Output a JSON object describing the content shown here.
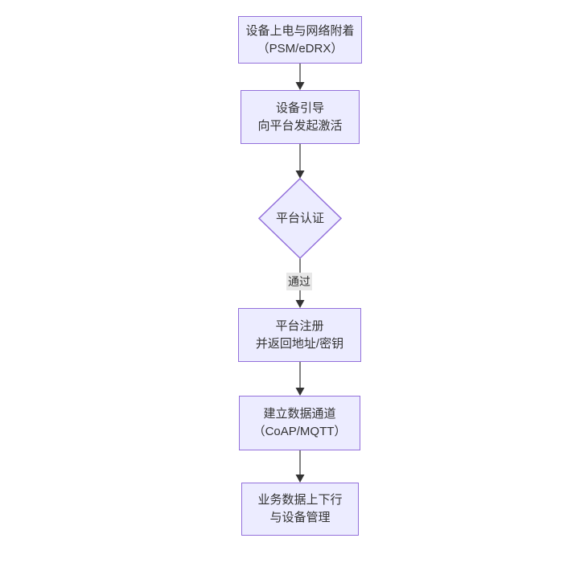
{
  "flowchart": {
    "colors": {
      "node_fill": "#ECECFF",
      "node_border": "#9370DB",
      "text": "#333333",
      "edge": "#333333",
      "edge_label_bg": "#e8e8e8"
    },
    "nodes": {
      "power": {
        "line1": "设备上电与网络附着",
        "line2": "（PSM/eDRX）"
      },
      "bootstrap": {
        "line1": "设备引导",
        "line2": "向平台发起激活"
      },
      "auth": {
        "label": "平台认证"
      },
      "register": {
        "line1": "平台注册",
        "line2": "并返回地址/密钥"
      },
      "channel": {
        "line1": "建立数据通道",
        "line2": "（CoAP/MQTT）"
      },
      "business": {
        "line1": "业务数据上下行",
        "line2": "与设备管理"
      }
    },
    "edges": {
      "auth_pass_label": "通过"
    }
  }
}
